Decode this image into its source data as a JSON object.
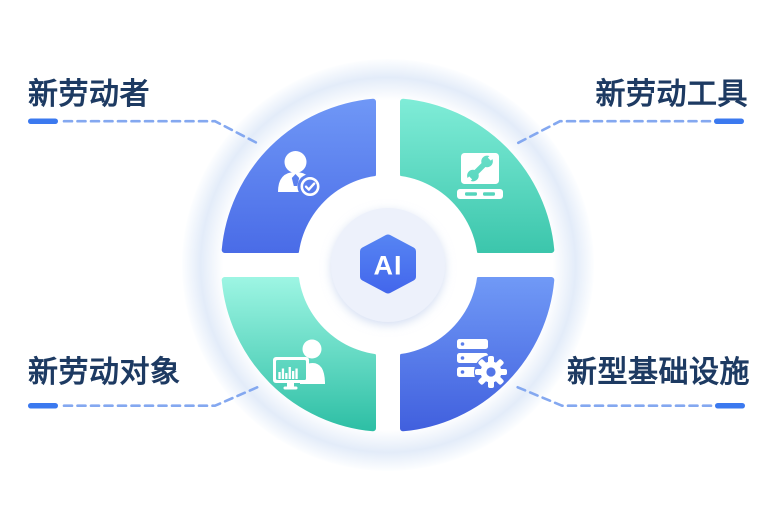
{
  "diagram_title": "AI four-quadrant diagram",
  "center": {
    "badge_text": "AI",
    "badge_shape": "hexagon"
  },
  "quadrants": [
    {
      "position": "top-left",
      "label": "新劳动者",
      "icon": "worker-check-icon",
      "color_top": "#6F97F6",
      "color_bottom": "#4A6CE7"
    },
    {
      "position": "top-right",
      "label": "新劳动工具",
      "icon": "tool-wrench-screen-icon",
      "color_top": "#7FECD7",
      "color_bottom": "#3CC6AC"
    },
    {
      "position": "bottom-left",
      "label": "新劳动对象",
      "icon": "person-chart-monitor-icon",
      "color_top": "#9DF5E3",
      "color_bottom": "#2EBFA5"
    },
    {
      "position": "bottom-right",
      "label": "新型基础设施",
      "icon": "server-gear-icon",
      "color_top": "#7099F6",
      "color_bottom": "#4160DE"
    }
  ],
  "palette": {
    "label_text": "#1D3A62",
    "connector_solid": "#3B79EF",
    "connector_dashed": "#84A8F0",
    "badge_fill": "#4C79F0",
    "center_circle_fill": "#EDF1FB",
    "halo_ring": "#E3ECF9",
    "background": "#FFFFFF"
  }
}
